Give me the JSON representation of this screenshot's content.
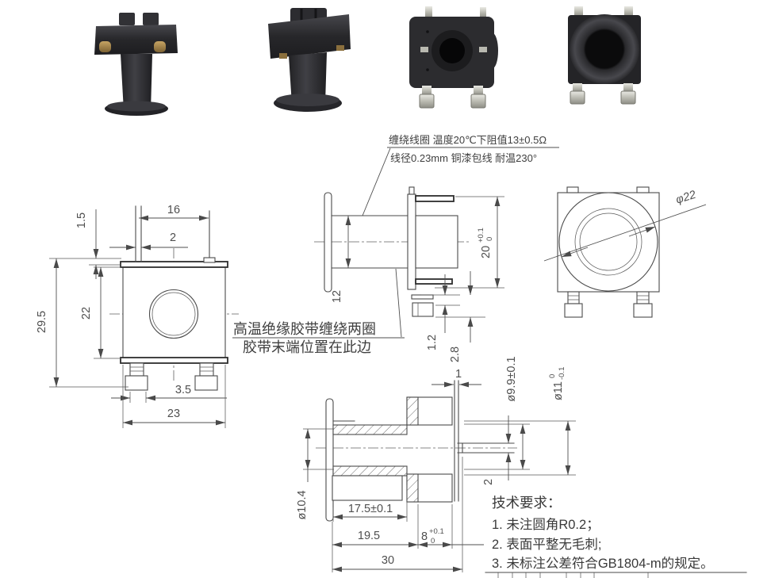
{
  "page": {
    "background": "#ffffff"
  },
  "colors": {
    "line": "#4a4a4a",
    "dim_text": "#4f4f4f",
    "photo_plastic": "#2b2b2e",
    "pin_silver": "#c7c6be",
    "pin_gold": "#a08547"
  },
  "notes": {
    "coil_line1": "缠绕线圈 温度20℃下阻值13±0.5Ω",
    "coil_line2": "线径0.23mm 铜漆包线 耐温230°",
    "tape_line1": "高温绝缘胶带缠绕两圈",
    "tape_line2": "胶带末端位置在此边"
  },
  "tech": {
    "title": "技术要求：",
    "items": [
      "1.  未注圆角R0.2；",
      "2.  表面平整无毛刺;",
      "3.  未标注公差符合GB1804-m的规定。"
    ]
  },
  "dims": {
    "front": {
      "w16": "16",
      "w2": "2",
      "h1_5": "1.5",
      "h22": "22",
      "h29_5": "29.5",
      "p3_5": "3.5",
      "w23": "23"
    },
    "side": {
      "h12": "12",
      "h20": "20",
      "h20_up": "+0.1",
      "h20_dn": "0",
      "t1_2": "1.2",
      "t2_8": "2.8"
    },
    "back": {
      "phi22": "φ22"
    },
    "section": {
      "p1": "1",
      "phi9_9": "ø9.9±0.1",
      "phi11": "ø11",
      "phi11_up": "0",
      "phi11_dn": "-0.1",
      "off2": "2",
      "phi10_4": "ø10.4",
      "w17_5": "17.5±0.1",
      "w19_5": "19.5",
      "w8": "8",
      "w8_up": "+0.1",
      "w8_dn": "0",
      "w30": "30"
    }
  }
}
